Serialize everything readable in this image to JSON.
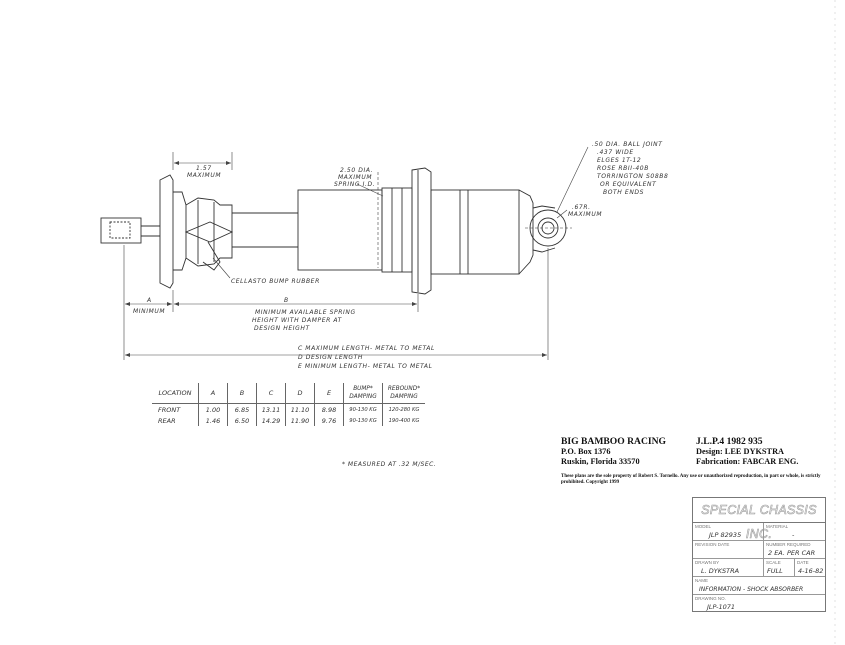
{
  "diagram": {
    "callouts": {
      "dim_157": "1.57",
      "dim_157_sub": "MAXIMUM",
      "spring_1": "2.50 DIA.",
      "spring_2": "MAXIMUM",
      "spring_3": "SPRING I.D.",
      "ball_1": ".50 DIA. BALL JOINT",
      "ball_2": ".437 WIDE",
      "ball_3": "ELGES 1T-12",
      "ball_4": "ROSE RBII-40B",
      "ball_5": "TORRINGTON S08B8",
      "ball_6": "OR EQUIVALENT",
      "ball_7": "BOTH ENDS",
      "rad_1": ".67R.",
      "rad_2": "MAXIMUM",
      "bump_rubber": "CELLASTO BUMP RUBBER"
    },
    "dims": {
      "a_label": "A",
      "a_sub": "MINIMUM",
      "b_label": "B",
      "b_sub_1": "MINIMUM AVAILABLE SPRING",
      "b_sub_2": "HEIGHT WITH DAMPER AT",
      "b_sub_3": "DESIGN HEIGHT",
      "legend_c": "C  MAXIMUM LENGTH- METAL TO METAL",
      "legend_d": "D  DESIGN LENGTH",
      "legend_e": "E  MINIMUM LENGTH- METAL TO METAL"
    }
  },
  "table": {
    "headers": {
      "location": "LOCATION",
      "a": "A",
      "b": "B",
      "c": "C",
      "d": "D",
      "e": "E",
      "bump_1": "BUMP",
      "bump_2": "DAMPING",
      "rebound_1": "REBOUND",
      "rebound_2": "DAMPING"
    },
    "rows": [
      {
        "location": "FRONT",
        "a": "1.00",
        "b": "6.85",
        "c": "13.11",
        "d": "11.10",
        "e": "8.98",
        "bump": "90-130 KG",
        "rebound": "120-280 KG"
      },
      {
        "location": "REAR",
        "a": "1.46",
        "b": "6.50",
        "c": "14.29",
        "d": "11.90",
        "e": "9.76",
        "bump": "90-130 KG",
        "rebound": "190-400 KG"
      }
    ],
    "footnote": "* MEASURED AT .32 M/SEC."
  },
  "title_block": {
    "company": "BIG BAMBOO RACING",
    "address_1": "P.O. Box 1376",
    "address_2": "Ruskin, Florida 33570",
    "project": "J.L.P.4  1982  935",
    "design": "Design: LEE DYKSTRA",
    "fabrication": "Fabrication: FABCAR ENG.",
    "disclaimer": "These plans are the sole property of Robert S. Tornello.  Any use or unauthorized reproduction, in part or whole, is strictly prohibited.  Copyright 1999"
  },
  "stamp": {
    "company": "SPECIAL CHASSIS INC.",
    "model_label": "MODEL",
    "model": "JLP 82935",
    "material_label": "MATERIAL",
    "material": "-",
    "revision_label": "REVISION DATE",
    "revision": "",
    "number_req_label": "NUMBER REQUIRED",
    "number_req": "2 EA. PER CAR",
    "drawn_label": "DRAWN BY",
    "drawn": "L. DYKSTRA",
    "scale_label": "SCALE",
    "scale": "FULL",
    "date_label": "DATE",
    "date": "4-16-82",
    "name_label": "NAME",
    "name": "INFORMATION - SHOCK ABSORBER",
    "drawing_label": "DRAWING NO.",
    "drawing": "JLP-1071"
  }
}
